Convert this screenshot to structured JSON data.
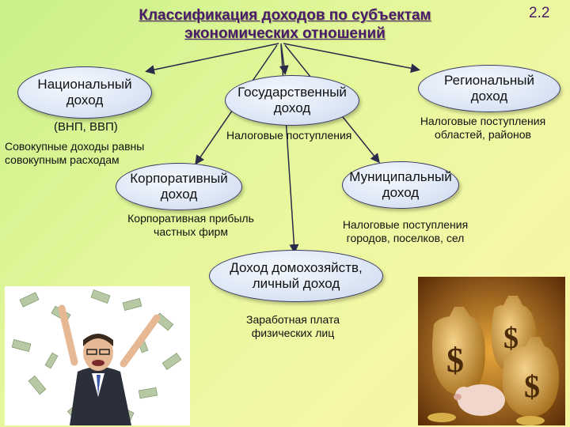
{
  "header": {
    "title_line1": "Классификация доходов по субъектам",
    "title_line2": "экономических отношений",
    "slide_number": "2.2"
  },
  "nodes": {
    "national": {
      "line1": "Национальный",
      "line2": "доход"
    },
    "state": {
      "line1": "Государственный",
      "line2": "доход"
    },
    "regional": {
      "line1": "Региональный",
      "line2": "доход"
    },
    "corporate": {
      "line1": "Корпоративный",
      "line2": "доход"
    },
    "municipal": {
      "line1": "Муниципальный",
      "line2": "доход"
    },
    "household": {
      "line1": "Доход домохозяйств,",
      "line2": "личный доход"
    }
  },
  "notes": {
    "national_1": "(ВНП, ВВП)",
    "national_2a": "Совокупные доходы равны",
    "national_2b": "совокупным расходам",
    "state_1": "Налоговые поступления",
    "regional_1a": "Налоговые поступления",
    "regional_1b": "областей, районов",
    "corporate_1a": "Корпоративная прибыль",
    "corporate_1b": "частных фирм",
    "municipal_1a": "Налоговые поступления",
    "municipal_1b": "городов, поселков, сел",
    "household_1a": "Заработная плата",
    "household_1b": "физических лиц"
  },
  "colors": {
    "title": "#4a1a6a",
    "arrow": "#2a2a4a",
    "ellipse_border": "#3a3a6a"
  },
  "images": {
    "left_photo": "man-with-flying-money",
    "right_photo": "money-bags-and-piggy-bank"
  }
}
